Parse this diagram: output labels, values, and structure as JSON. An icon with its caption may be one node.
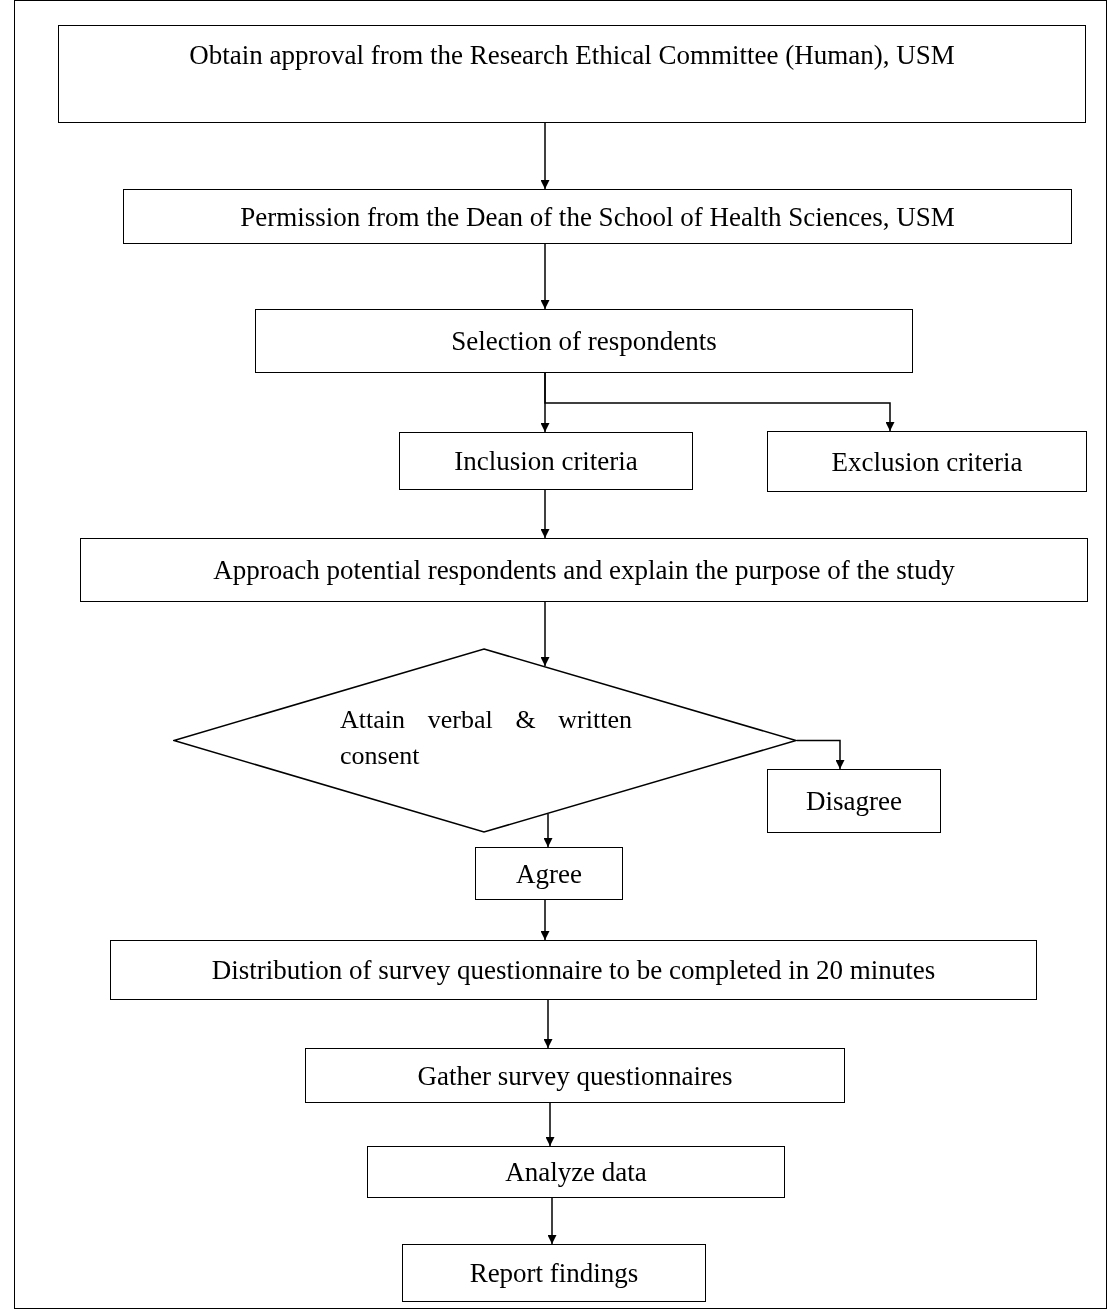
{
  "diagram": {
    "nodes": [
      {
        "text": [
          "Obtain approval from the Research Ethical Committee (Human), USM"
        ]
      },
      {
        "text": [
          "Permission from the Dean of the School of Health Sciences, USM"
        ]
      },
      {
        "text": [
          "Selection of respondents"
        ]
      },
      {
        "text": [
          "Inclusion criteria"
        ]
      },
      {
        "text": [
          "Exclusion criteria"
        ]
      },
      {
        "text": [
          "Approach potential respondents and explain the purpose of the study"
        ]
      },
      {
        "text": [
          "Attain verbal & written consent"
        ]
      },
      {
        "text": [
          "Disagree"
        ]
      },
      {
        "text": [
          "Agree"
        ]
      },
      {
        "text": [
          "Distribution of survey questionnaire to be completed in 20 minutes"
        ]
      },
      {
        "text": [
          "Gather survey questionnaires"
        ]
      },
      {
        "text": [
          "Analyze data"
        ]
      },
      {
        "text": [
          "Report findings"
        ]
      }
    ],
    "edges": [
      {
        "from": 0,
        "to": 1,
        "arrow": "to"
      },
      {
        "from": 1,
        "to": 2,
        "arrow": "to"
      },
      {
        "from": 2,
        "to": 3,
        "arrow": "to"
      },
      {
        "from": 2,
        "to": 4,
        "arrow": "to"
      },
      {
        "from": 3,
        "to": 5,
        "arrow": "to"
      },
      {
        "from": 5,
        "to": 6,
        "arrow": "to"
      },
      {
        "from": 6,
        "to": 7,
        "arrow": "to"
      },
      {
        "from": 6,
        "to": 8,
        "arrow": "to"
      },
      {
        "from": 8,
        "to": 9,
        "arrow": "to"
      },
      {
        "from": 9,
        "to": 10,
        "arrow": "to"
      },
      {
        "from": 10,
        "to": 11,
        "arrow": "to"
      },
      {
        "from": 11,
        "to": 12,
        "arrow": "to"
      }
    ]
  }
}
